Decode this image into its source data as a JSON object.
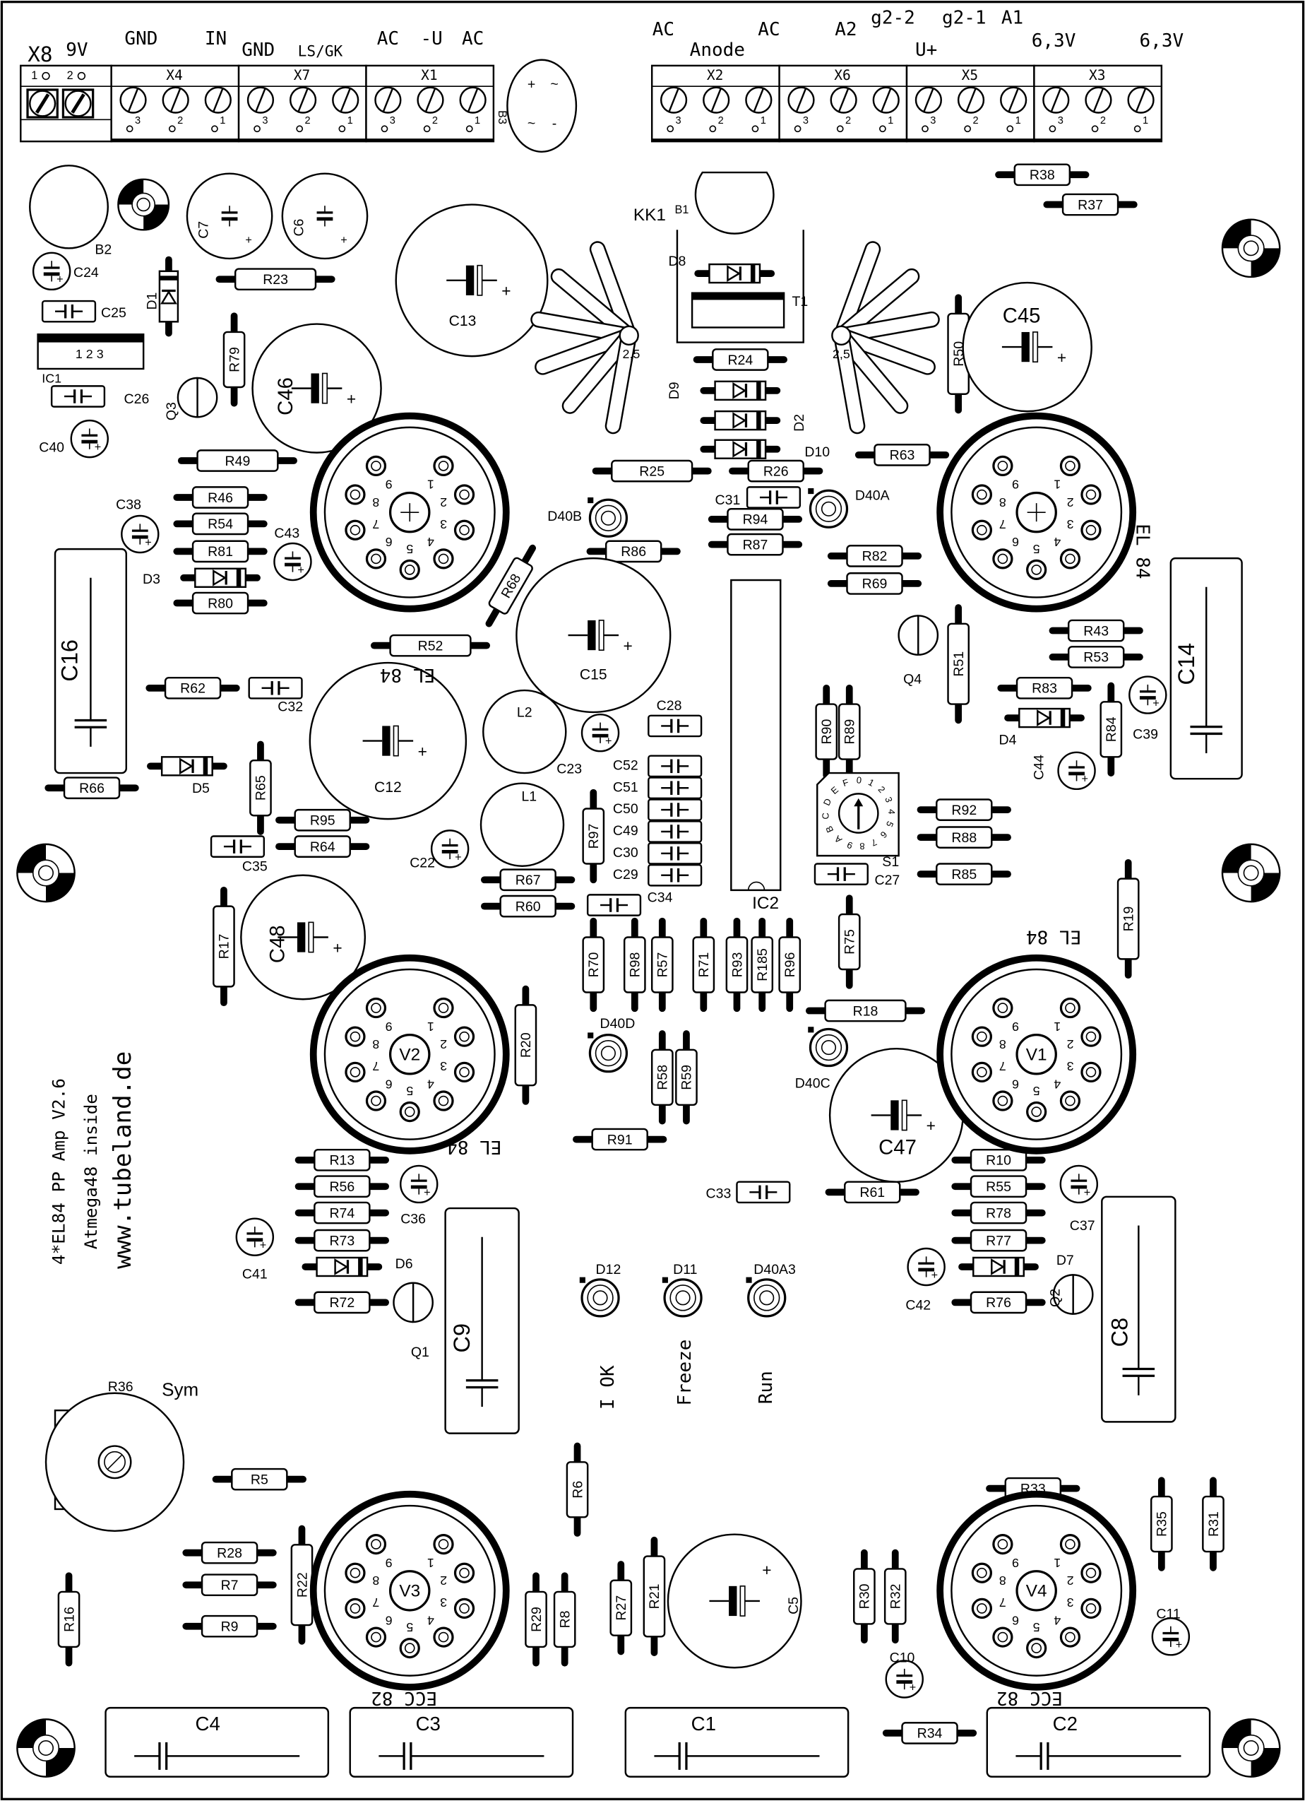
{
  "header": {
    "pin_labels": [
      "X8",
      "9V",
      "GND",
      "IN",
      "GND",
      "LS/GK",
      "AC",
      "-U",
      "AC",
      "AC",
      "Anode",
      "AC",
      "A2",
      "g2-2",
      "g2-1",
      "A1",
      "U+",
      "6,3V",
      "6,3V"
    ],
    "connectors": [
      "X4",
      "X7",
      "X1",
      "X2",
      "X6",
      "X5",
      "X3"
    ],
    "x8_pins": [
      "1",
      "2"
    ],
    "screw_pins": [
      "3",
      "2",
      "1"
    ],
    "bridge_symbols": [
      "+",
      "~",
      "~",
      "-"
    ]
  },
  "resistors": [
    "R38",
    "R37",
    "R23",
    "R79",
    "R49",
    "R46",
    "R54",
    "R81",
    "R80",
    "R24",
    "R25",
    "R26",
    "R63",
    "R94",
    "R87",
    "R86",
    "R82",
    "R69",
    "R68",
    "R52",
    "R50",
    "R51",
    "R43",
    "R53",
    "R83",
    "R84",
    "R62",
    "R90",
    "R89",
    "R65",
    "R66",
    "R95",
    "R64",
    "R97",
    "R92",
    "R88",
    "R85",
    "R67",
    "R60",
    "R17",
    "R19",
    "R70",
    "R98",
    "R57",
    "R71",
    "R93",
    "R185",
    "R96",
    "R75",
    "R18",
    "R20",
    "R58",
    "R59",
    "R91",
    "R13",
    "R56",
    "R74",
    "R73",
    "R72",
    "R10",
    "R55",
    "R78",
    "R77",
    "R76",
    "R61",
    "R5",
    "R6",
    "R33",
    "R35",
    "R31",
    "R28",
    "R7",
    "R9",
    "R22",
    "R16",
    "R29",
    "R8",
    "R27",
    "R21",
    "R30",
    "R32",
    "R34"
  ],
  "film_caps": [
    "C25",
    "C26",
    "C32",
    "C35",
    "C28",
    "C52",
    "C51",
    "C50",
    "C49",
    "C30",
    "C29",
    "C34",
    "C31",
    "C27",
    "C33"
  ],
  "elec_caps": [
    "C24",
    "C40",
    "C38",
    "C43",
    "C23",
    "C22",
    "C36",
    "C41",
    "C42",
    "C37",
    "C39",
    "C44",
    "C10",
    "C11",
    "C7",
    "C6"
  ],
  "big_caps": [
    "C13",
    "C46",
    "C45",
    "C15",
    "C12",
    "C48",
    "C47",
    "C5"
  ],
  "box_caps": [
    "C16",
    "C14",
    "C9",
    "C8",
    "C4",
    "C3",
    "C1",
    "C2"
  ],
  "diodes": [
    "D1",
    "D3",
    "D5",
    "D4",
    "D6",
    "D7",
    "D8",
    "D9",
    "D2",
    "D10"
  ],
  "leds": [
    "D40B",
    "D40A",
    "D40D",
    "D40C",
    "D12",
    "D11",
    "D40A3"
  ],
  "transistors": [
    "Q3",
    "Q4",
    "Q1",
    "Q2"
  ],
  "tubes": {
    "labels": [
      "V2",
      "V1",
      "V3",
      "V4"
    ],
    "types": [
      "EL 84",
      "EL 84",
      "EL 84",
      "EL 84",
      "ECC 82",
      "ECC 82"
    ],
    "pin_numbers": [
      "1",
      "2",
      "3",
      "4",
      "5",
      "6",
      "7",
      "8",
      "9"
    ]
  },
  "misc": {
    "ic1": "IC1",
    "ic1_pins": "1 2 3",
    "ic2": "IC2",
    "l1": "L1",
    "l2": "L2",
    "kk1": "KK1",
    "t1": "T1",
    "b1": "B1",
    "b2": "B2",
    "b3": "B3",
    "s1": "S1",
    "s1_digits": "0123456789ABCDEF",
    "r36": "R36",
    "heatsink_pads": [
      "2,5",
      "2,5"
    ]
  },
  "texts": {
    "sym": "Sym",
    "led_labels": [
      "I OK",
      "Freeze",
      "Run"
    ],
    "title": "4*EL84 PP Amp V2.6",
    "subtitle": "Atmega48 inside",
    "url": "www.tubeland.de"
  },
  "colors": {
    "ink": "#000000",
    "board": "#ffffff"
  }
}
